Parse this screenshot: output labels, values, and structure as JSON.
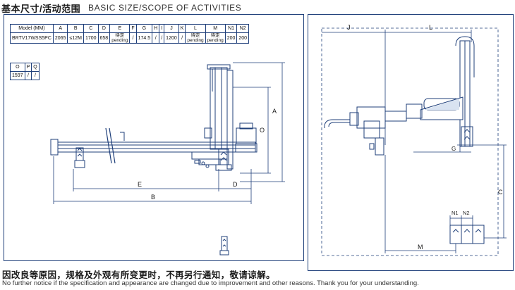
{
  "header": {
    "title_zh": "基本尺寸/活动范围",
    "title_en": "BASIC SIZE/SCOPE OF ACTIVITIES"
  },
  "spec_table": {
    "row1_headers": [
      "Model (MM)",
      "A",
      "B",
      "C",
      "D",
      "E",
      "F",
      "G",
      "H",
      "I",
      "J",
      "K",
      "L",
      "M",
      "N1",
      "N2"
    ],
    "row1_values": [
      "BRTV17WSS5PC",
      "2065",
      "≤12M",
      "1700",
      "658",
      "待定 pending",
      "/",
      "174.5",
      "/",
      "/",
      "1200",
      "/",
      "待定 pending",
      "待定 pending",
      "200",
      "200"
    ],
    "row2_headers": [
      "O",
      "P",
      "Q"
    ],
    "row2_values": [
      "1597",
      "/",
      "/"
    ]
  },
  "left_drawing": {
    "dimension_labels": {
      "A": "A",
      "O": "O",
      "E": "E",
      "D": "D",
      "B": "B"
    }
  },
  "right_drawing": {
    "dimension_labels": {
      "J": "J",
      "L": "L",
      "G": "G",
      "C": "C",
      "M": "M",
      "N1": "N1",
      "N2": "N2"
    }
  },
  "footer": {
    "note_zh": "因改良等原因，规格及外观有所变更时，不再另行通知，敬请谅解。",
    "note_en": "No further notice if the specification and appearance are changed due to improvement and other reasons. Thank you for your understanding."
  },
  "colors": {
    "line": "#1f3f7a",
    "fill_light": "#d9e3f1",
    "text": "#1a1a1a"
  }
}
